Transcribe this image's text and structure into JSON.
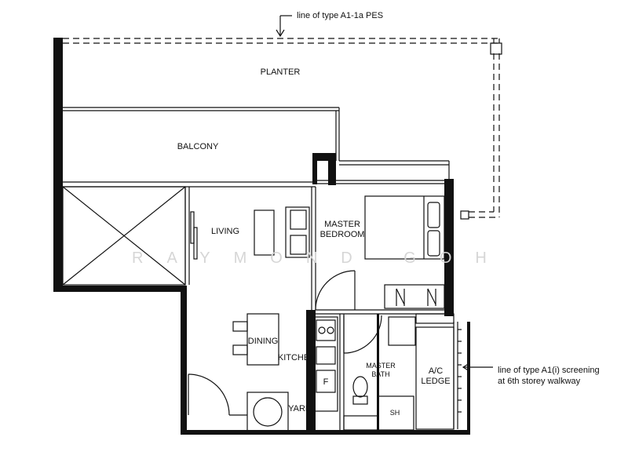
{
  "rooms": {
    "planter": "PLANTER",
    "balcony": "BALCONY",
    "living": "LIVING",
    "master_bedroom_1": "MASTER",
    "master_bedroom_2": "BEDROOM",
    "dining": "DINING",
    "kitchen": "KITCHEN",
    "yard": "YARD",
    "master_bath_1": "MASTER",
    "master_bath_2": "BATH",
    "shower": "SH",
    "fridge": "F",
    "ac_ledge_1": "A/C",
    "ac_ledge_2": "LEDGE"
  },
  "notes": {
    "pes_line": "line of type A1-1a PES",
    "screening_line_1": "line of type A1(i) screening",
    "screening_line_2": "at 6th storey walkway"
  },
  "watermark": "RAYMOND GOH"
}
